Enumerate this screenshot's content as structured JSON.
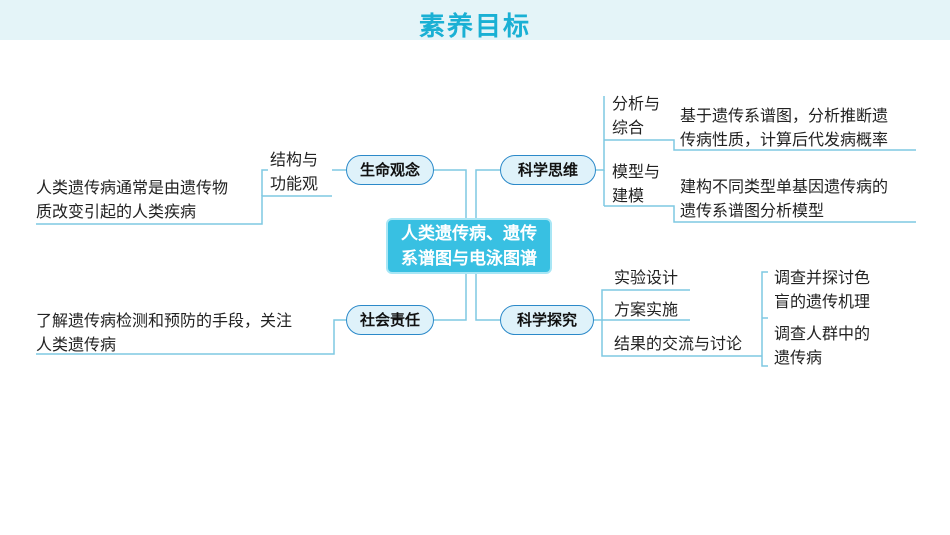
{
  "header": {
    "title": "素养目标"
  },
  "center": {
    "line1": "人类遗传病、遗传",
    "line2": "系谱图与电泳图谱"
  },
  "branches": {
    "life": {
      "label": "生命观念",
      "sub": {
        "line1": "结构与",
        "line2": "功能观"
      },
      "desc": {
        "line1": "人类遗传病通常是由遗传物",
        "line2": "质改变引起的人类疾病"
      }
    },
    "social": {
      "label": "社会责任",
      "desc": {
        "line1": "了解遗传病检测和预防的手段，关注",
        "line2": "人类遗传病"
      }
    },
    "thinking": {
      "label": "科学思维",
      "items": [
        {
          "line1": "分析与",
          "line2": "综合",
          "desc1": "基于遗传系谱图，分析推断遗",
          "desc2": "传病性质，计算后代发病概率"
        },
        {
          "line1": "模型与",
          "line2": "建模",
          "desc1": "建构不同类型单基因遗传病的",
          "desc2": "遗传系谱图分析模型"
        }
      ]
    },
    "inquiry": {
      "label": "科学探究",
      "steps": [
        "实验设计",
        "方案实施",
        "结果的交流与讨论"
      ],
      "tasks": [
        {
          "line1": "调查并探讨色",
          "line2": "盲的遗传机理"
        },
        {
          "line1": "调查人群中的",
          "line2": "遗传病"
        }
      ]
    }
  }
}
